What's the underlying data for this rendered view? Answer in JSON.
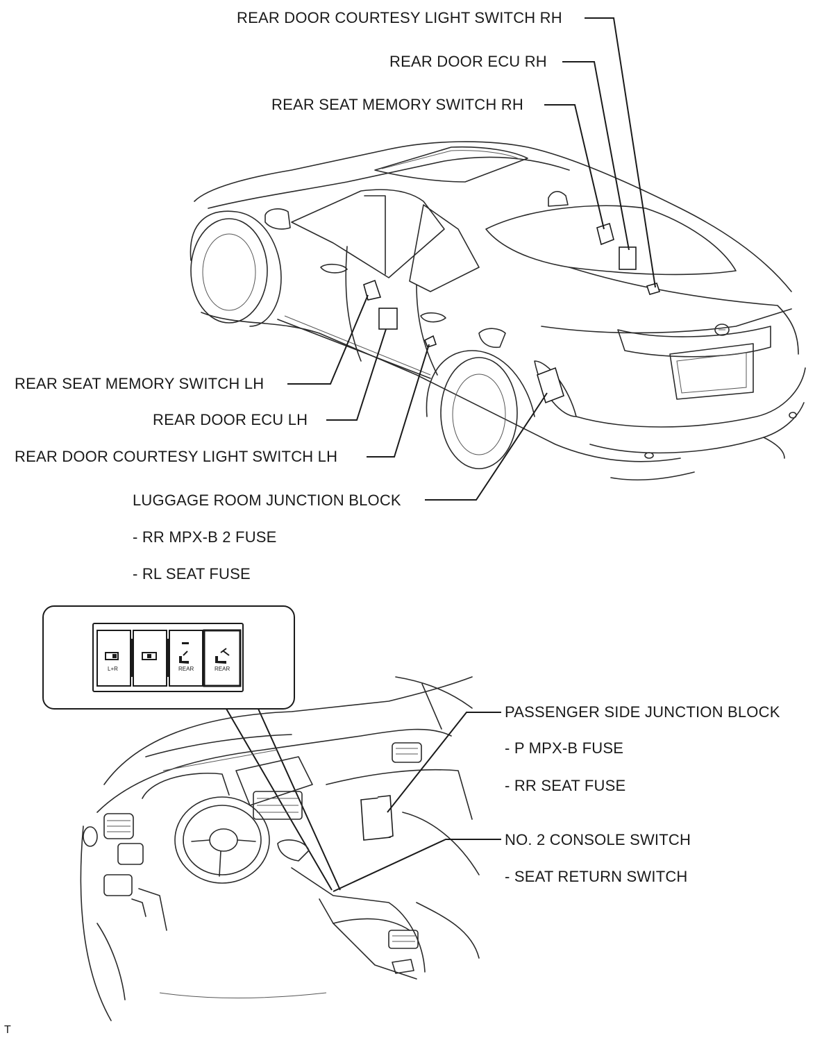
{
  "labels": {
    "rear_door_courtesy_rh": "REAR DOOR COURTESY LIGHT SWITCH RH",
    "rear_door_ecu_rh": "REAR DOOR ECU RH",
    "rear_seat_memory_rh": "REAR SEAT MEMORY SWITCH RH",
    "rear_seat_memory_lh": "REAR SEAT MEMORY SWITCH LH",
    "rear_door_ecu_lh": "REAR DOOR ECU LH",
    "rear_door_courtesy_lh": "REAR DOOR COURTESY LIGHT SWITCH LH",
    "luggage_room_jb": "LUGGAGE ROOM JUNCTION BLOCK",
    "luggage_fuse_1": "- RR MPX-B 2 FUSE",
    "luggage_fuse_2": "- RL SEAT FUSE",
    "passenger_jb": "PASSENGER SIDE JUNCTION BLOCK",
    "passenger_fuse_1": "- P MPX-B FUSE",
    "passenger_fuse_2": "- RR SEAT FUSE",
    "console_switch": "NO. 2 CONSOLE SWITCH",
    "console_switch_sub": "- SEAT RETURN SWITCH",
    "corner_mark": "T"
  },
  "inset_buttons": [
    {
      "icon": "seat-lr-icon",
      "caption": "L+R"
    },
    {
      "icon": "seat-recline-icon",
      "caption": ""
    },
    {
      "icon": "seat-rear-icon",
      "caption": "REAR"
    },
    {
      "icon": "seat-return-icon",
      "caption": "REAR"
    }
  ]
}
